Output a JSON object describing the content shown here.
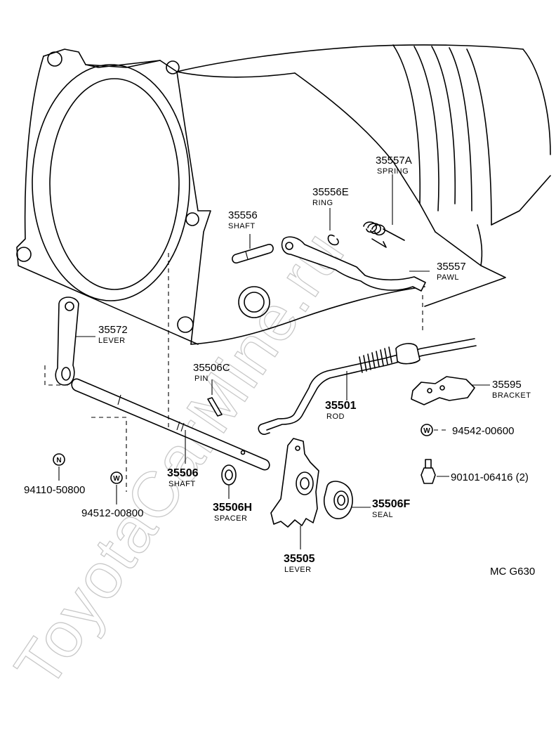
{
  "watermark": "ToyotaCarMine.ru",
  "diagram_code": "MC G630",
  "parts": {
    "p35557A": {
      "num": "35557A",
      "name": "SPRING"
    },
    "p35556E": {
      "num": "35556E",
      "name": "RING"
    },
    "p35556": {
      "num": "35556",
      "name": "SHAFT"
    },
    "p35557": {
      "num": "35557",
      "name": "PAWL"
    },
    "p35572": {
      "num": "35572",
      "name": "LEVER"
    },
    "p35506C": {
      "num": "35506C",
      "name": "PIN"
    },
    "p35501": {
      "num": "35501",
      "name": "ROD"
    },
    "p35595": {
      "num": "35595",
      "name": "BRACKET"
    },
    "p94542": {
      "num": "94542-00600",
      "symbol": "W"
    },
    "p90101": {
      "num": "90101-06416 (2)"
    },
    "p94110": {
      "num": "94110-50800",
      "symbol": "N"
    },
    "p94512": {
      "num": "94512-00800",
      "symbol": "W"
    },
    "p35506": {
      "num": "35506",
      "name": "SHAFT"
    },
    "p35506H": {
      "num": "35506H",
      "name": "SPACER"
    },
    "p35506F": {
      "num": "35506F",
      "name": "SEAL"
    },
    "p35505": {
      "num": "35505",
      "name": "LEVER"
    }
  }
}
